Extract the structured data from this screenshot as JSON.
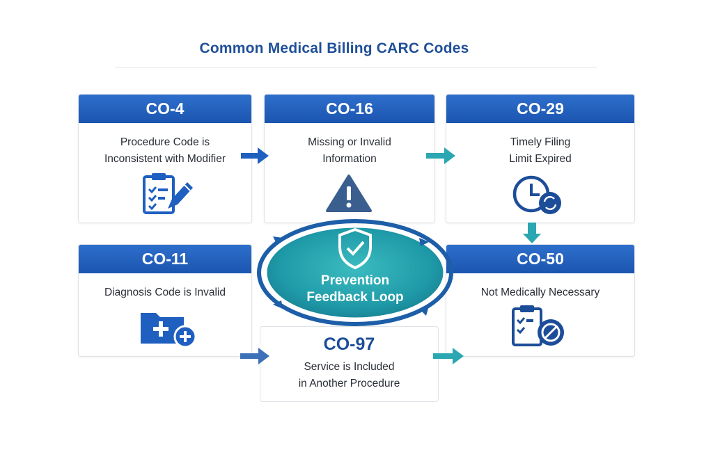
{
  "title": "Common Medical Billing CARC Codes",
  "cards": {
    "co4": {
      "code": "CO-4",
      "lines": [
        "Procedure Code is",
        "Inconsistent with Modifier"
      ],
      "icon": "clipboard-edit-icon"
    },
    "co16": {
      "code": "CO-16",
      "lines": [
        "Missing or Invalid",
        "Information"
      ],
      "icon": "warning-icon"
    },
    "co29": {
      "code": "CO-29",
      "lines": [
        "Timely Filing",
        "Limit Expired"
      ],
      "icon": "clock-refresh-icon"
    },
    "co11": {
      "code": "CO-11",
      "lines": [
        "Diagnosis Code is Invalid"
      ],
      "icon": "folder-plus-icon"
    },
    "co50": {
      "code": "CO-50",
      "lines": [
        "Not Medically Necessary"
      ],
      "icon": "clipboard-denied-icon"
    },
    "co97": {
      "code": "CO-97",
      "lines": [
        "Service is Included",
        "in Another Procedure"
      ]
    }
  },
  "center": {
    "lines": [
      "Prevention",
      "Feedback Loop"
    ],
    "icon": "shield-check-icon"
  },
  "colors": {
    "blue": "#1f5fc0",
    "teal": "#2aa7b0",
    "navy": "#1c4d98"
  }
}
